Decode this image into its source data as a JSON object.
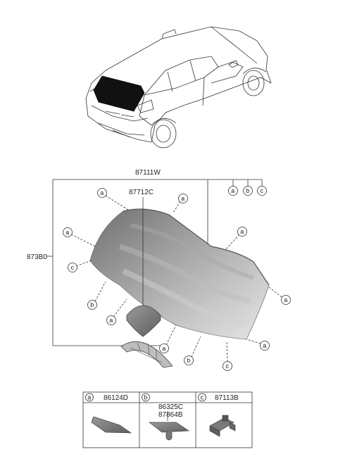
{
  "diagram": {
    "assembly_label": "87111W",
    "glass_label": "87712C",
    "molding_label": "873B0",
    "ref_letters": {
      "a": "a",
      "b": "b",
      "c": "c"
    },
    "legend": [
      {
        "key": "a",
        "parts": [
          "86124D"
        ]
      },
      {
        "key": "b",
        "parts": [
          "86325C",
          "87864B"
        ]
      },
      {
        "key": "c",
        "parts": [
          "87113B"
        ]
      }
    ],
    "colors": {
      "line": "#333333",
      "glass_light": "#e2e2e2",
      "glass_dark": "#7a7a7a",
      "part_gray": "#8c8c8c"
    }
  }
}
